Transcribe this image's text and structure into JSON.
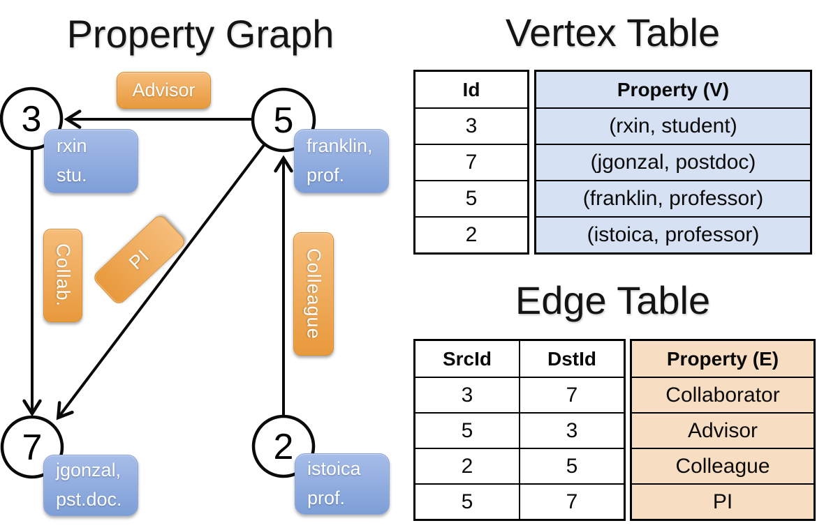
{
  "titles": {
    "graph": "Property Graph",
    "vertex_table": "Vertex Table",
    "edge_table": "Edge Table"
  },
  "graph": {
    "nodes": [
      {
        "id": "3",
        "label_line1": "rxin",
        "label_line2": "stu."
      },
      {
        "id": "5",
        "label_line1": "franklin,",
        "label_line2": "prof."
      },
      {
        "id": "7",
        "label_line1": "jgonzal,",
        "label_line2": "pst.doc."
      },
      {
        "id": "2",
        "label_line1": "istoica",
        "label_line2": "prof."
      }
    ],
    "edge_labels": {
      "advisor": "Advisor",
      "collab": "Collab.",
      "pi": "PI",
      "colleague": "Colleague"
    }
  },
  "vertex_table": {
    "headers": {
      "id": "Id",
      "property": "Property (V)"
    },
    "rows": [
      {
        "id": "3",
        "property": "(rxin, student)"
      },
      {
        "id": "7",
        "property": "(jgonzal, postdoc)"
      },
      {
        "id": "5",
        "property": "(franklin, professor)"
      },
      {
        "id": "2",
        "property": "(istoica, professor)"
      }
    ]
  },
  "edge_table": {
    "headers": {
      "src": "SrcId",
      "dst": "DstId",
      "property": "Property (E)"
    },
    "rows": [
      {
        "src": "3",
        "dst": "7",
        "property": "Collaborator"
      },
      {
        "src": "5",
        "dst": "3",
        "property": "Advisor"
      },
      {
        "src": "2",
        "dst": "5",
        "property": "Colleague"
      },
      {
        "src": "5",
        "dst": "7",
        "property": "PI"
      }
    ]
  },
  "colors": {
    "edge_label_fill": "#efa64f",
    "vertex_label_fill": "#8fa9dc",
    "vertex_property_cell_fill": "#d6e1f3",
    "edge_property_cell_fill": "#f7ddc1",
    "line_color": "#0a0a0a"
  }
}
